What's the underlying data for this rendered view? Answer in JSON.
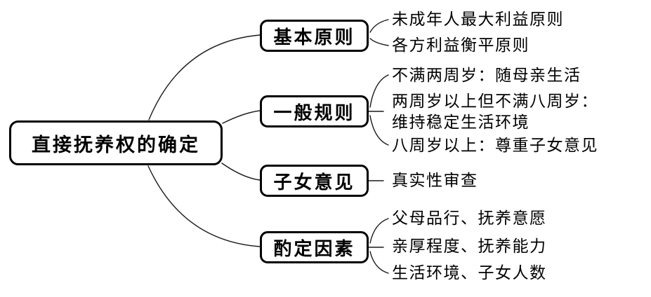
{
  "style": {
    "background": "#ffffff",
    "line_color": "#1a1a1a",
    "text_color": "#000000"
  },
  "diagram": {
    "type": "mindmap",
    "root": {
      "label": "直接抚养权的确定"
    },
    "branches": [
      {
        "label": "基本原则",
        "children": [
          "未成年人最大利益原则",
          "各方利益衡平原则"
        ]
      },
      {
        "label": "一般规则",
        "children": [
          "不满两周岁：随母亲生活",
          "两周岁以上但不满八周岁：\n维持稳定生活环境",
          "八周岁以上：尊重子女意见"
        ]
      },
      {
        "label": "子女意见",
        "children": [
          "真实性审查"
        ]
      },
      {
        "label": "酌定因素",
        "children": [
          "父母品行、抚养意愿",
          "亲厚程度、抚养能力",
          "生活环境、子女人数"
        ]
      }
    ]
  }
}
